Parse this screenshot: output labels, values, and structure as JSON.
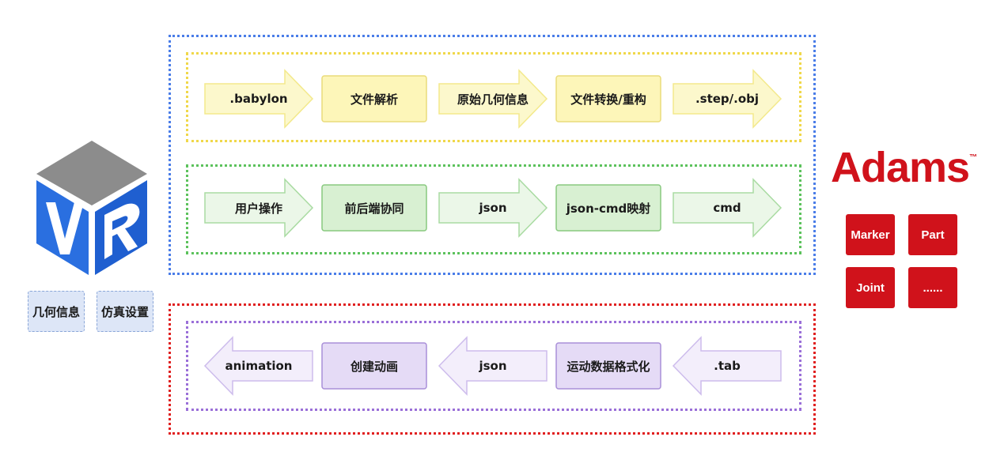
{
  "colors": {
    "outer_blue": "#4a7de8",
    "yellow_frame": "#f0d84a",
    "green_frame": "#5cc25c",
    "red_frame": "#e02020",
    "purple_frame": "#9a6fd8",
    "adams_red": "#d0121b"
  },
  "vr_logo": {
    "label": "VR",
    "icon": "vr-cube-logo"
  },
  "vr_tags": [
    "几何信息",
    "仿真设置"
  ],
  "flows": [
    {
      "name": "babylon-to-step",
      "direction": "right",
      "arrow_fill": "#fcf8cc",
      "arrow_stroke": "#f3e98c",
      "box_fill": "#fdf6b9",
      "box_stroke": "#eadb7a",
      "steps": [
        {
          "shape": "arrow",
          "label": ".babylon"
        },
        {
          "shape": "box",
          "label": "文件解析"
        },
        {
          "shape": "arrow",
          "label": "原始几何信息"
        },
        {
          "shape": "box",
          "label": "文件转换/重构"
        },
        {
          "shape": "arrow",
          "label": ".step/.obj"
        }
      ]
    },
    {
      "name": "user-op-to-cmd",
      "direction": "right",
      "arrow_fill": "#ebf7e8",
      "arrow_stroke": "#a9dba2",
      "box_fill": "#d8f0d2",
      "box_stroke": "#88c97f",
      "steps": [
        {
          "shape": "arrow",
          "label": "用户操作"
        },
        {
          "shape": "box",
          "label": "前后端协同"
        },
        {
          "shape": "arrow",
          "label": "json"
        },
        {
          "shape": "box",
          "label": "json-cmd映射"
        },
        {
          "shape": "arrow",
          "label": "cmd"
        }
      ]
    },
    {
      "name": "tab-to-animation",
      "direction": "left",
      "arrow_fill": "#f3eefb",
      "arrow_stroke": "#cdbcec",
      "box_fill": "#e5dbf6",
      "box_stroke": "#a98fd8",
      "steps": [
        {
          "shape": "arrow",
          "label": "animation"
        },
        {
          "shape": "box",
          "label": "创建动画"
        },
        {
          "shape": "arrow",
          "label": "json"
        },
        {
          "shape": "box",
          "label": "运动数据格式化"
        },
        {
          "shape": "arrow",
          "label": ".tab"
        }
      ]
    }
  ],
  "adams": {
    "logo": "Adams",
    "trademark": "™",
    "tiles": [
      "Marker",
      "Part",
      "Joint",
      "......"
    ]
  }
}
